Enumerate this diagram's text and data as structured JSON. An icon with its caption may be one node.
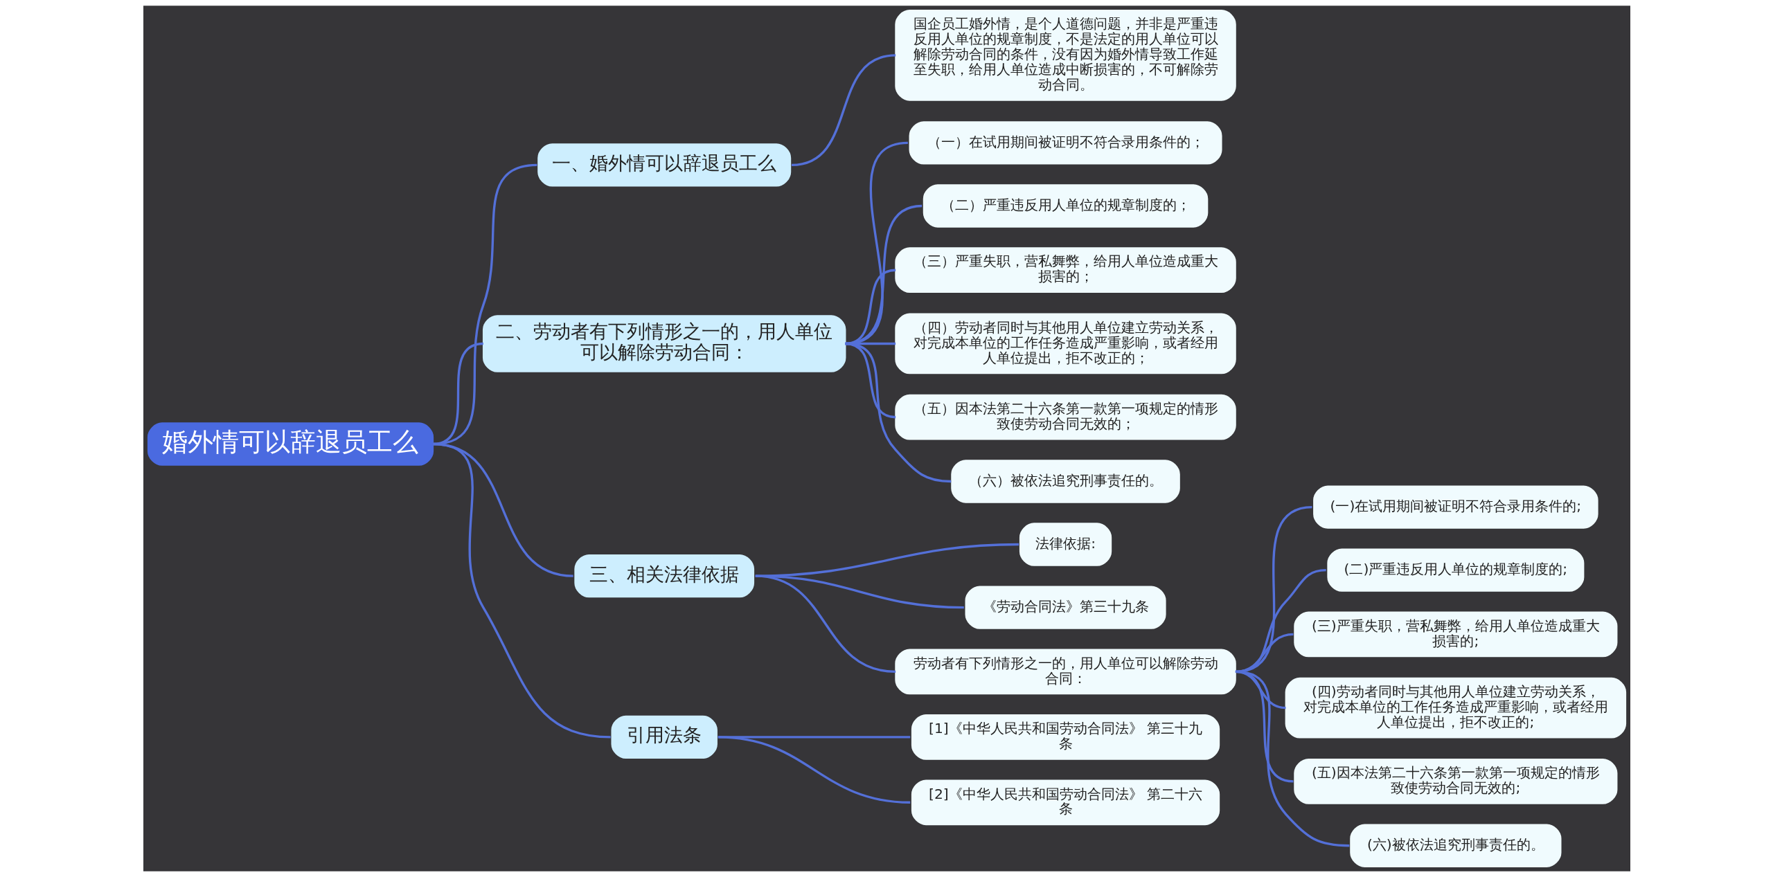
{
  "diagram": {
    "nodes": [
      {
        "text": [
          "婚外情可以辞退员工么"
        ]
      },
      {
        "text": [
          "一、婚外情可以辞退员工么"
        ]
      },
      {
        "text": [
          "国企员工婚外情，是个人道德问题，并非是严重违反用人单位的规章制度，不是法定的用人单位可以解除劳动合同的条件，没有因为婚外情导致工作延至失职，给用人单位造成中断损害的，不可解除劳动合同。"
        ]
      },
      {
        "text": [
          "二、劳动者有下列情形之一的，用人单位可以解除劳动合同："
        ]
      },
      {
        "text": [
          "（一）在试用期间被证明不符合录用条件的；"
        ]
      },
      {
        "text": [
          "（二）严重违反用人单位的规章制度的；"
        ]
      },
      {
        "text": [
          "（三）严重失职，营私舞弊，给用人单位造成重大损害的；"
        ]
      },
      {
        "text": [
          "（四）劳动者同时与其他用人单位建立劳动关系，对完成本单位的工作任务造成严重影响，或者经用人单位提出，拒不改正的；"
        ]
      },
      {
        "text": [
          "（五）因本法第二十六条第一款第一项规定的情形致使劳动合同无效的；"
        ]
      },
      {
        "text": [
          "（六）被依法追究刑事责任的。"
        ]
      },
      {
        "text": [
          "三、相关法律依据"
        ]
      },
      {
        "text": [
          "法律依据:"
        ]
      },
      {
        "text": [
          "《劳动合同法》第三十九条"
        ]
      },
      {
        "text": [
          "劳动者有下列情形之一的，用人单位可以解除劳动合同："
        ]
      },
      {
        "text": [
          "(一)在试用期间被证明不符合录用条件的;"
        ]
      },
      {
        "text": [
          "(二)严重违反用人单位的规章制度的;"
        ]
      },
      {
        "text": [
          "(三)严重失职，营私舞弊，给用人单位造成重大损害的;"
        ]
      },
      {
        "text": [
          "(四)劳动者同时与其他用人单位建立劳动关系，对完成本单位的工作任务造成严重影响，或者经用人单位提出，拒不改正的;"
        ]
      },
      {
        "text": [
          "(五)因本法第二十六条第一款第一项规定的情形致使劳动合同无效的;"
        ]
      },
      {
        "text": [
          "(六)被依法追究刑事责任的。"
        ]
      },
      {
        "text": [
          "引用法条"
        ]
      },
      {
        "text": [
          "[1]《中华人民共和国劳动合同法》 第三十九条"
        ]
      },
      {
        "text": [
          "[2]《中华人民共和国劳动合同法》 第二十六条"
        ]
      }
    ],
    "edges": [
      {
        "from": 0,
        "to": 1,
        "arrow": "none"
      },
      {
        "from": 1,
        "to": 2,
        "arrow": "none"
      },
      {
        "from": 0,
        "to": 3,
        "arrow": "none"
      },
      {
        "from": 3,
        "to": 4,
        "arrow": "none"
      },
      {
        "from": 3,
        "to": 5,
        "arrow": "none"
      },
      {
        "from": 3,
        "to": 6,
        "arrow": "none"
      },
      {
        "from": 3,
        "to": 7,
        "arrow": "none"
      },
      {
        "from": 3,
        "to": 8,
        "arrow": "none"
      },
      {
        "from": 3,
        "to": 9,
        "arrow": "none"
      },
      {
        "from": 0,
        "to": 10,
        "arrow": "none"
      },
      {
        "from": 10,
        "to": 11,
        "arrow": "none"
      },
      {
        "from": 10,
        "to": 12,
        "arrow": "none"
      },
      {
        "from": 10,
        "to": 13,
        "arrow": "none"
      },
      {
        "from": 13,
        "to": 14,
        "arrow": "none"
      },
      {
        "from": 13,
        "to": 15,
        "arrow": "none"
      },
      {
        "from": 13,
        "to": 16,
        "arrow": "none"
      },
      {
        "from": 13,
        "to": 17,
        "arrow": "none"
      },
      {
        "from": 13,
        "to": 18,
        "arrow": "none"
      },
      {
        "from": 13,
        "to": 19,
        "arrow": "none"
      },
      {
        "from": 0,
        "to": 20,
        "arrow": "none"
      },
      {
        "from": 20,
        "to": 21,
        "arrow": "none"
      },
      {
        "from": 20,
        "to": 22,
        "arrow": "none"
      }
    ]
  }
}
